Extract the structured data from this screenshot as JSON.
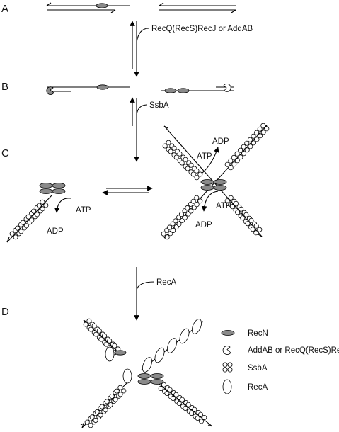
{
  "panels": {
    "a": "A",
    "b": "B",
    "c": "C",
    "d": "D"
  },
  "steps": {
    "ab": "RecQ(RecS)RecJ or AddAB",
    "bc": "SsbA",
    "cd": "RecA"
  },
  "atp_cycle": {
    "top_atp": "ATP",
    "top_adp": "ADP",
    "left_atp": "ATP",
    "left_adp": "ADP",
    "bot_atp": "ATP",
    "bot_adp": "ADP"
  },
  "legend": [
    {
      "icon": "recn-oval-icon",
      "label": "RecN"
    },
    {
      "icon": "pacman-nuclease-icon",
      "label": "AddAB or RecQ(RecS)RecJ"
    },
    {
      "icon": "ssba-tetramer-icon",
      "label": "SsbA"
    },
    {
      "icon": "reca-oval-icon",
      "label": "RecA"
    }
  ],
  "colors": {
    "protein_fill": "#8a8a8a",
    "line": "#000000"
  }
}
